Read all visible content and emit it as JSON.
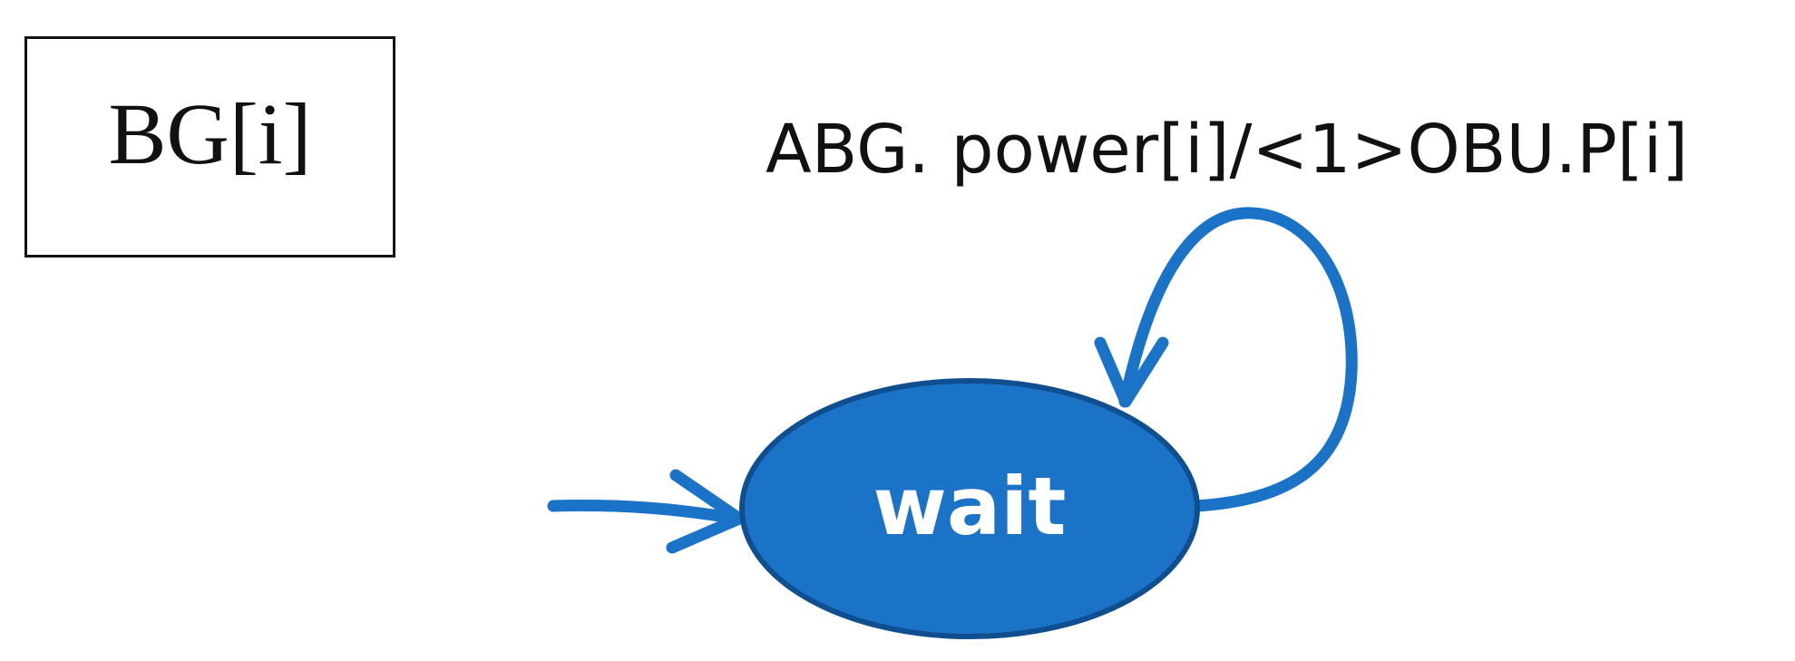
{
  "diagram": {
    "process_name": "BG[i]",
    "state": {
      "label": "wait"
    },
    "self_transition": {
      "label": "ABG. power[i]/<1>OBU.P[i]"
    },
    "colors": {
      "state_fill": "#1b73c8",
      "state_border": "#0f4f8f",
      "arrow": "#1b73c8",
      "text": "#111111",
      "state_text": "#ffffff"
    }
  }
}
